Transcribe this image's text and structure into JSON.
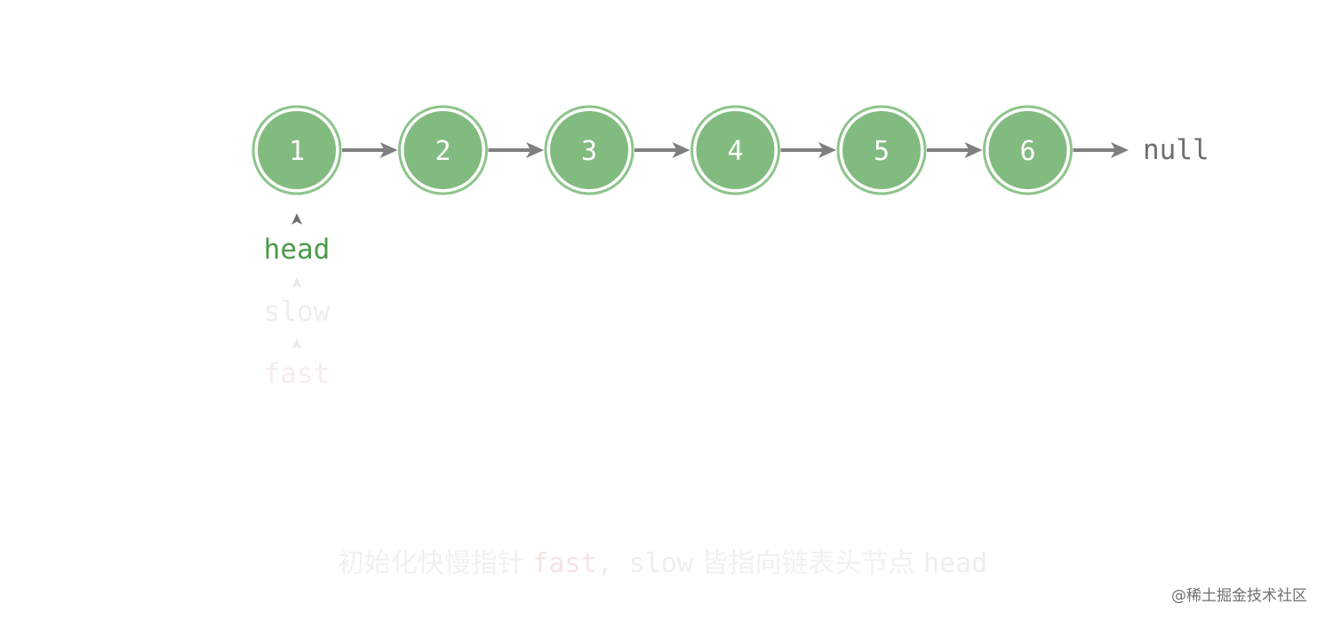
{
  "nodes": [
    "1",
    "2",
    "3",
    "4",
    "5",
    "6"
  ],
  "terminal": "null",
  "pointers": {
    "head": "head",
    "slow": "slow",
    "fast": "fast"
  },
  "caption": {
    "prefix": "初始化快慢指针 ",
    "fast": "fast",
    "sep": ", ",
    "slow": "slow",
    "middle": " 皆指向链表头节点 ",
    "head": "head"
  },
  "watermark": "@稀土掘金技术社区",
  "colors": {
    "node_fill": "#82bb7f",
    "node_ring": "#8dc48a",
    "link": "#7f7f7f",
    "head_label": "#4c9a4a"
  }
}
